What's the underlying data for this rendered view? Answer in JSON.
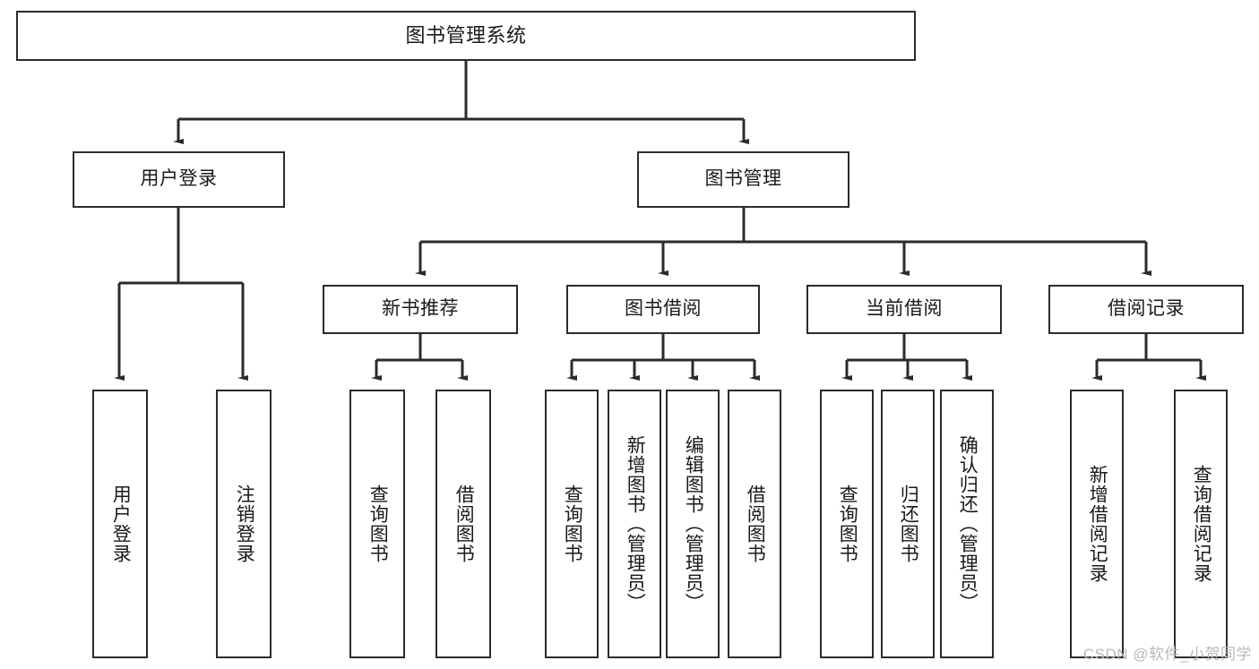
{
  "diagram": {
    "type": "tree-hierarchy",
    "title": "图书管理系统",
    "colors": {
      "box_border": "#2b2b2b",
      "box_fill": "#ffffff",
      "line": "#2b2b2b",
      "text": "#1a1a1a",
      "watermark": "#b9b9b9"
    },
    "nodes": {
      "root": {
        "label": "图书管理系统"
      },
      "level2": [
        {
          "id": "user-login",
          "label": "用户登录"
        },
        {
          "id": "book-manage",
          "label": "图书管理"
        }
      ],
      "level3": [
        {
          "id": "new-book-recommend",
          "label": "新书推荐"
        },
        {
          "id": "book-borrow",
          "label": "图书借阅"
        },
        {
          "id": "current-borrow",
          "label": "当前借阅"
        },
        {
          "id": "borrow-record",
          "label": "借阅记录"
        }
      ],
      "leaves": [
        {
          "id": "leaf-user-login",
          "label": "用户登录",
          "parent": "user-login"
        },
        {
          "id": "leaf-logout-login",
          "label": "注销登录",
          "parent": "user-login"
        },
        {
          "id": "leaf-query-book-1",
          "label": "查询图书",
          "parent": "new-book-recommend"
        },
        {
          "id": "leaf-borrow-book-1",
          "label": "借阅图书",
          "parent": "new-book-recommend"
        },
        {
          "id": "leaf-query-book-2",
          "label": "查询图书",
          "parent": "book-borrow"
        },
        {
          "id": "leaf-add-book",
          "label": "新增图书（管理员）",
          "parent": "book-borrow"
        },
        {
          "id": "leaf-edit-book",
          "label": "编辑图书（管理员）",
          "parent": "book-borrow"
        },
        {
          "id": "leaf-borrow-book-2",
          "label": "借阅图书",
          "parent": "book-borrow"
        },
        {
          "id": "leaf-query-book-3",
          "label": "查询图书",
          "parent": "current-borrow"
        },
        {
          "id": "leaf-return-book",
          "label": "归还图书",
          "parent": "current-borrow"
        },
        {
          "id": "leaf-confirm-return",
          "label": "确认归还（管理员）",
          "parent": "current-borrow"
        },
        {
          "id": "leaf-add-record",
          "label": "新增借阅记录",
          "parent": "borrow-record"
        },
        {
          "id": "leaf-query-record",
          "label": "查询借阅记录",
          "parent": "borrow-record"
        }
      ]
    }
  },
  "watermark": {
    "text": "CSDN @软件_小贺同学"
  }
}
